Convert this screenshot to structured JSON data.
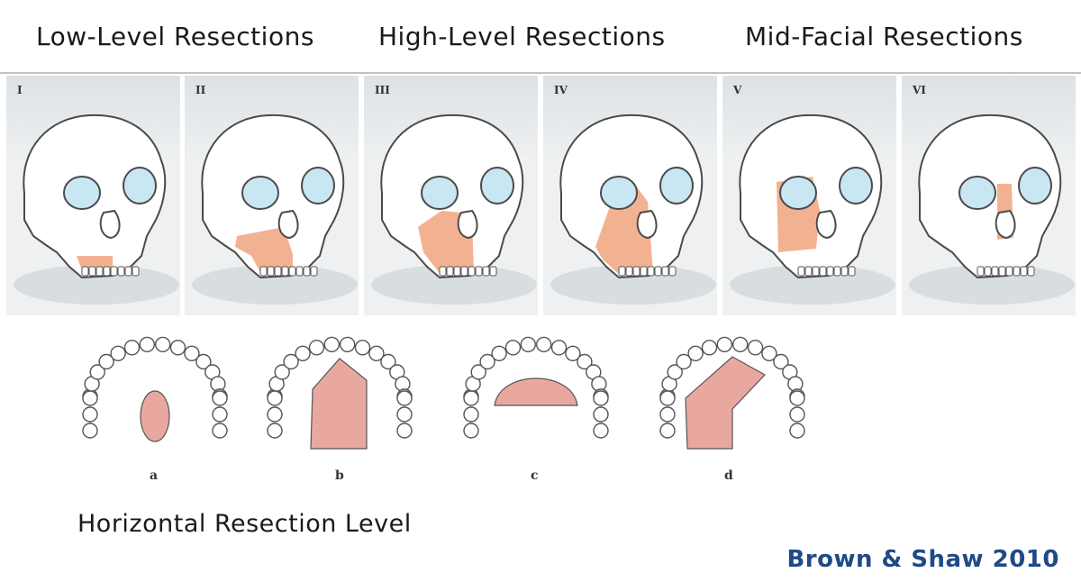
{
  "headings": {
    "low": "Low-Level Resections",
    "high": "High-Level Resections",
    "mid": "Mid-Facial Resections"
  },
  "panels": [
    {
      "label": "I",
      "resection": "lower-maxilla-low"
    },
    {
      "label": "II",
      "resection": "lower-maxilla-wide"
    },
    {
      "label": "III",
      "resection": "maxilla-orbit-floor"
    },
    {
      "label": "IV",
      "resection": "maxilla-orbit"
    },
    {
      "label": "V",
      "resection": "orbit-midface"
    },
    {
      "label": "VI",
      "resection": "nasal-midface"
    }
  ],
  "arches": [
    {
      "label": "a"
    },
    {
      "label": "b"
    },
    {
      "label": "c"
    },
    {
      "label": "d"
    }
  ],
  "footer": {
    "horizontal_label": "Horizontal Resection Level",
    "credit": "Brown & Shaw 2010"
  },
  "colors": {
    "resection_fill": "#f0a57e",
    "palate_fill": "#e8a8a0",
    "orbit_fill": "#c9e6f3",
    "credit": "#1f4a86"
  }
}
